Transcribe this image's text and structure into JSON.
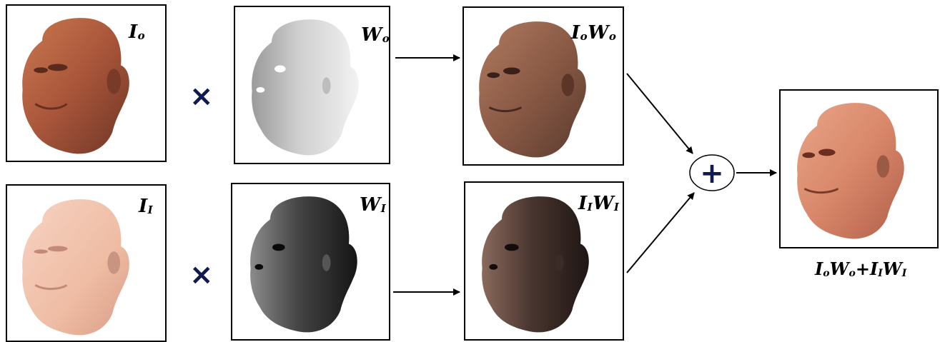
{
  "labels": {
    "i0_main": "I",
    "i0_sub": "o",
    "i1_main": "I",
    "i1_sub": "I",
    "w0_main": "W",
    "w0_sub": "o",
    "w1_main": "W",
    "w1_sub": "I",
    "i0w0_a": "I",
    "i0w0_a_sub": "o",
    "i0w0_b": "W",
    "i0w0_b_sub": "o",
    "i1w1_a": "I",
    "i1w1_a_sub": "I",
    "i1w1_b": "W",
    "i1w1_b_sub": "I"
  },
  "operators": {
    "multiply_top": "×",
    "multiply_bottom": "×",
    "plus": "+"
  },
  "result_caption": {
    "p1": "I",
    "s1": "o",
    "p2": "W",
    "s2": "o",
    "plus": "+",
    "p3": "I",
    "s3": "I",
    "p4": "W",
    "s4": "I"
  },
  "colors": {
    "operator": "#0f1a4e",
    "skin_dark": "#a8553a",
    "skin_light": "#f0bfa8",
    "weight_light": "#d8d8d8",
    "weight_dark": "#2a2a2a",
    "product_top": "#8a5a45",
    "product_bottom": "#3a2a24",
    "result_skin": "#d9876a"
  },
  "icons": [
    "face-render",
    "weight-map",
    "plus-circle",
    "arrow"
  ]
}
